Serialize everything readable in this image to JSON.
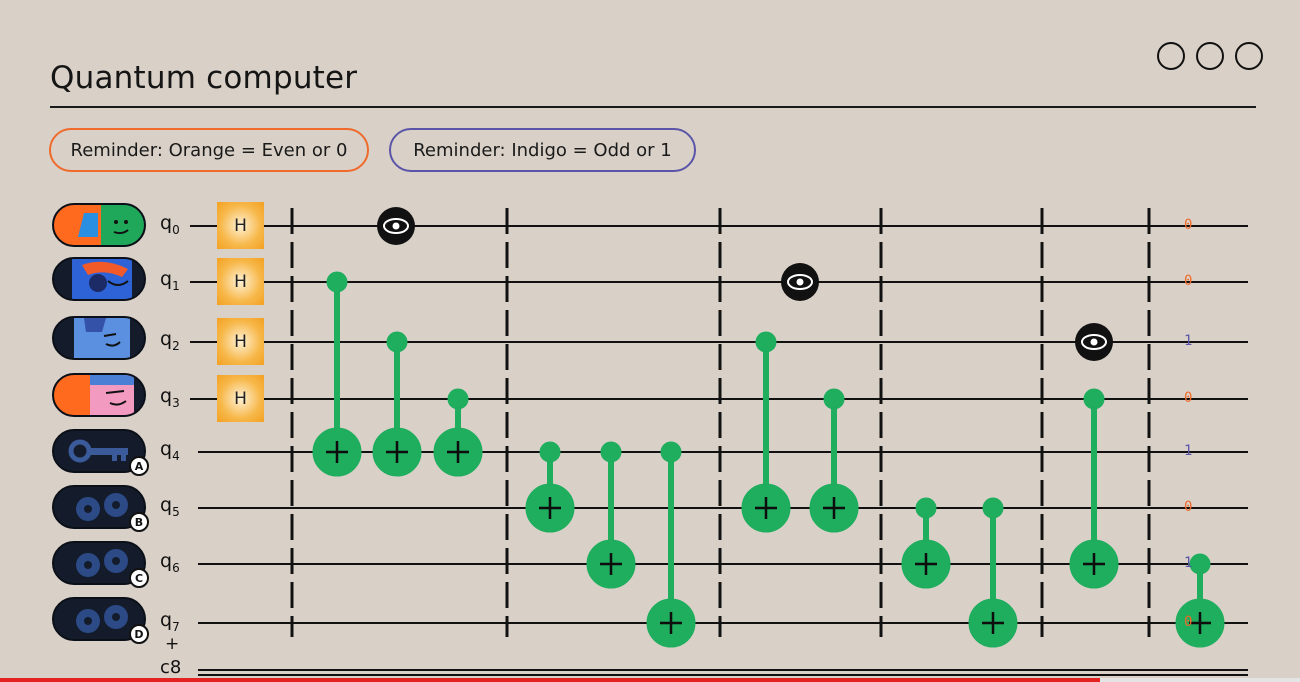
{
  "header": {
    "title": "Quantum computer"
  },
  "reminders": [
    {
      "text": "Reminder: Orange = Even or 0",
      "color": "#ef6a2b"
    },
    {
      "text": "Reminder: Indigo = Odd or 1",
      "color": "#5a55a8"
    }
  ],
  "qubits": [
    {
      "label": "q",
      "sub": "0",
      "gate": "H",
      "result": "0"
    },
    {
      "label": "q",
      "sub": "1",
      "gate": "H",
      "result": "0"
    },
    {
      "label": "q",
      "sub": "2",
      "gate": "H",
      "result": "1"
    },
    {
      "label": "q",
      "sub": "3",
      "gate": "H",
      "result": "0"
    },
    {
      "label": "q",
      "sub": "4",
      "badge": "A",
      "result": "1"
    },
    {
      "label": "q",
      "sub": "5",
      "badge": "B",
      "result": "0"
    },
    {
      "label": "q",
      "sub": "6",
      "badge": "C",
      "result": "1"
    },
    {
      "label": "q",
      "sub": "7",
      "badge": "D",
      "result": "0"
    }
  ],
  "plus_marker": "+",
  "classical_register": "c8",
  "colors": {
    "background": "#d9d1c7",
    "cnot": "#1fad5e",
    "hadamard": "#f5a623",
    "even": "#ef6a2b",
    "odd": "#5a55a8"
  },
  "icons": [
    "eye-icon",
    "key-icon",
    "gear-icon",
    "window-dot"
  ]
}
